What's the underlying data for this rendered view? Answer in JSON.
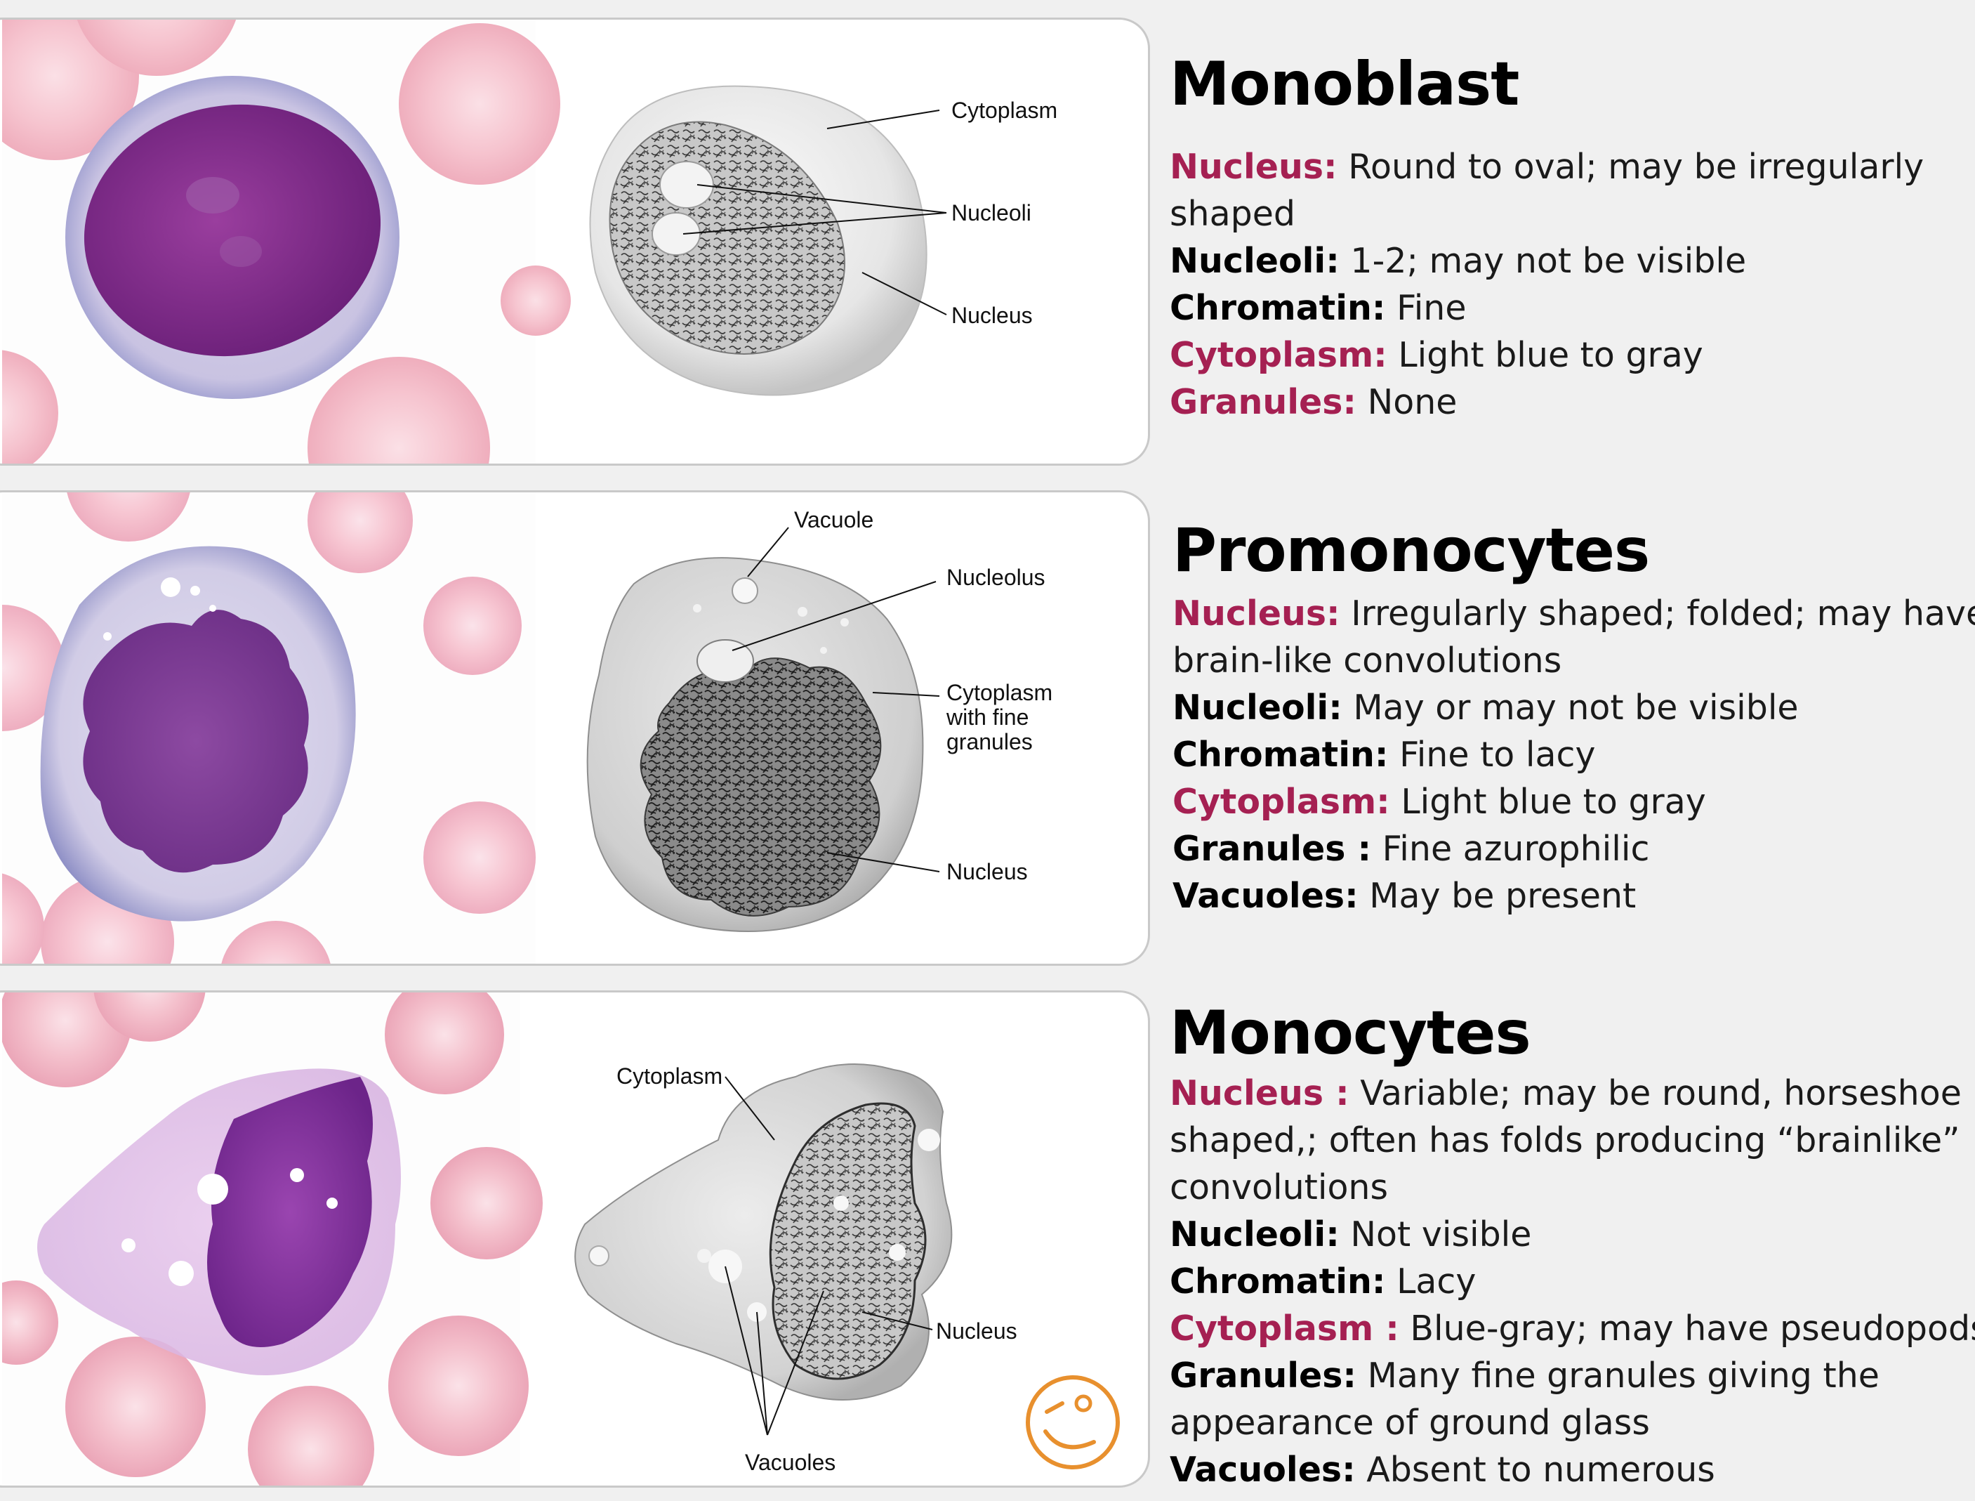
{
  "accent_color": "#a52052",
  "cells": [
    {
      "title": "Monoblast",
      "diagram_labels": [
        "Cytoplasm",
        "Nucleoli",
        "Nucleus"
      ],
      "properties": [
        {
          "label": "Nucleus:",
          "value": "Round to oval; may be irregularly",
          "value2": "shaped",
          "accent": true
        },
        {
          "label": "Nucleoli:",
          "value": "1-2; may not be visible",
          "accent": false
        },
        {
          "label": "Chromatin:",
          "value": "Fine",
          "accent": false
        },
        {
          "label": "Cytoplasm:",
          "value": "Light blue to gray",
          "accent": true
        },
        {
          "label": "Granules:",
          "value": "None",
          "accent": true
        }
      ]
    },
    {
      "title": "Promonocytes",
      "diagram_labels": [
        "Vacuole",
        "Nucleolus",
        "Cytoplasm",
        "with fine",
        "granules",
        "Nucleus"
      ],
      "properties": [
        {
          "label": "Nucleus:",
          "value": "Irregularly shaped; folded; may have",
          "value2": "brain-like convolutions",
          "accent": true
        },
        {
          "label": "Nucleoli:",
          "value": "May or may not be visible",
          "accent": false
        },
        {
          "label": "Chromatin:",
          "value": "Fine to lacy",
          "accent": false
        },
        {
          "label": "Cytoplasm:",
          "value": "Light blue to gray",
          "accent": true
        },
        {
          "label": "Granules :",
          "value": "Fine azurophilic",
          "accent": false
        },
        {
          "label": "Vacuoles:",
          "value": "May be present",
          "accent": false
        }
      ]
    },
    {
      "title": "Monocytes",
      "diagram_labels": [
        "Cytoplasm",
        "Nucleus",
        "Vacuoles"
      ],
      "properties": [
        {
          "label": "Nucleus :",
          "value": "Variable; may be round, horseshoe",
          "value2": "shaped,; often has folds producing “brainlike”",
          "value3": "convolutions",
          "accent": true
        },
        {
          "label": "Nucleoli:",
          "value": "Not visible",
          "accent": false
        },
        {
          "label": "Chromatin:",
          "value": "Lacy",
          "accent": false
        },
        {
          "label": "Cytoplasm :",
          "value": "Blue-gray; may have pseudopods",
          "accent": true
        },
        {
          "label": "Granules:",
          "value": "Many fine granules giving the",
          "value2": "appearance of ground glass",
          "accent": false
        },
        {
          "label": "Vacuoles:",
          "value": "Absent to numerous",
          "accent": false
        }
      ]
    }
  ]
}
